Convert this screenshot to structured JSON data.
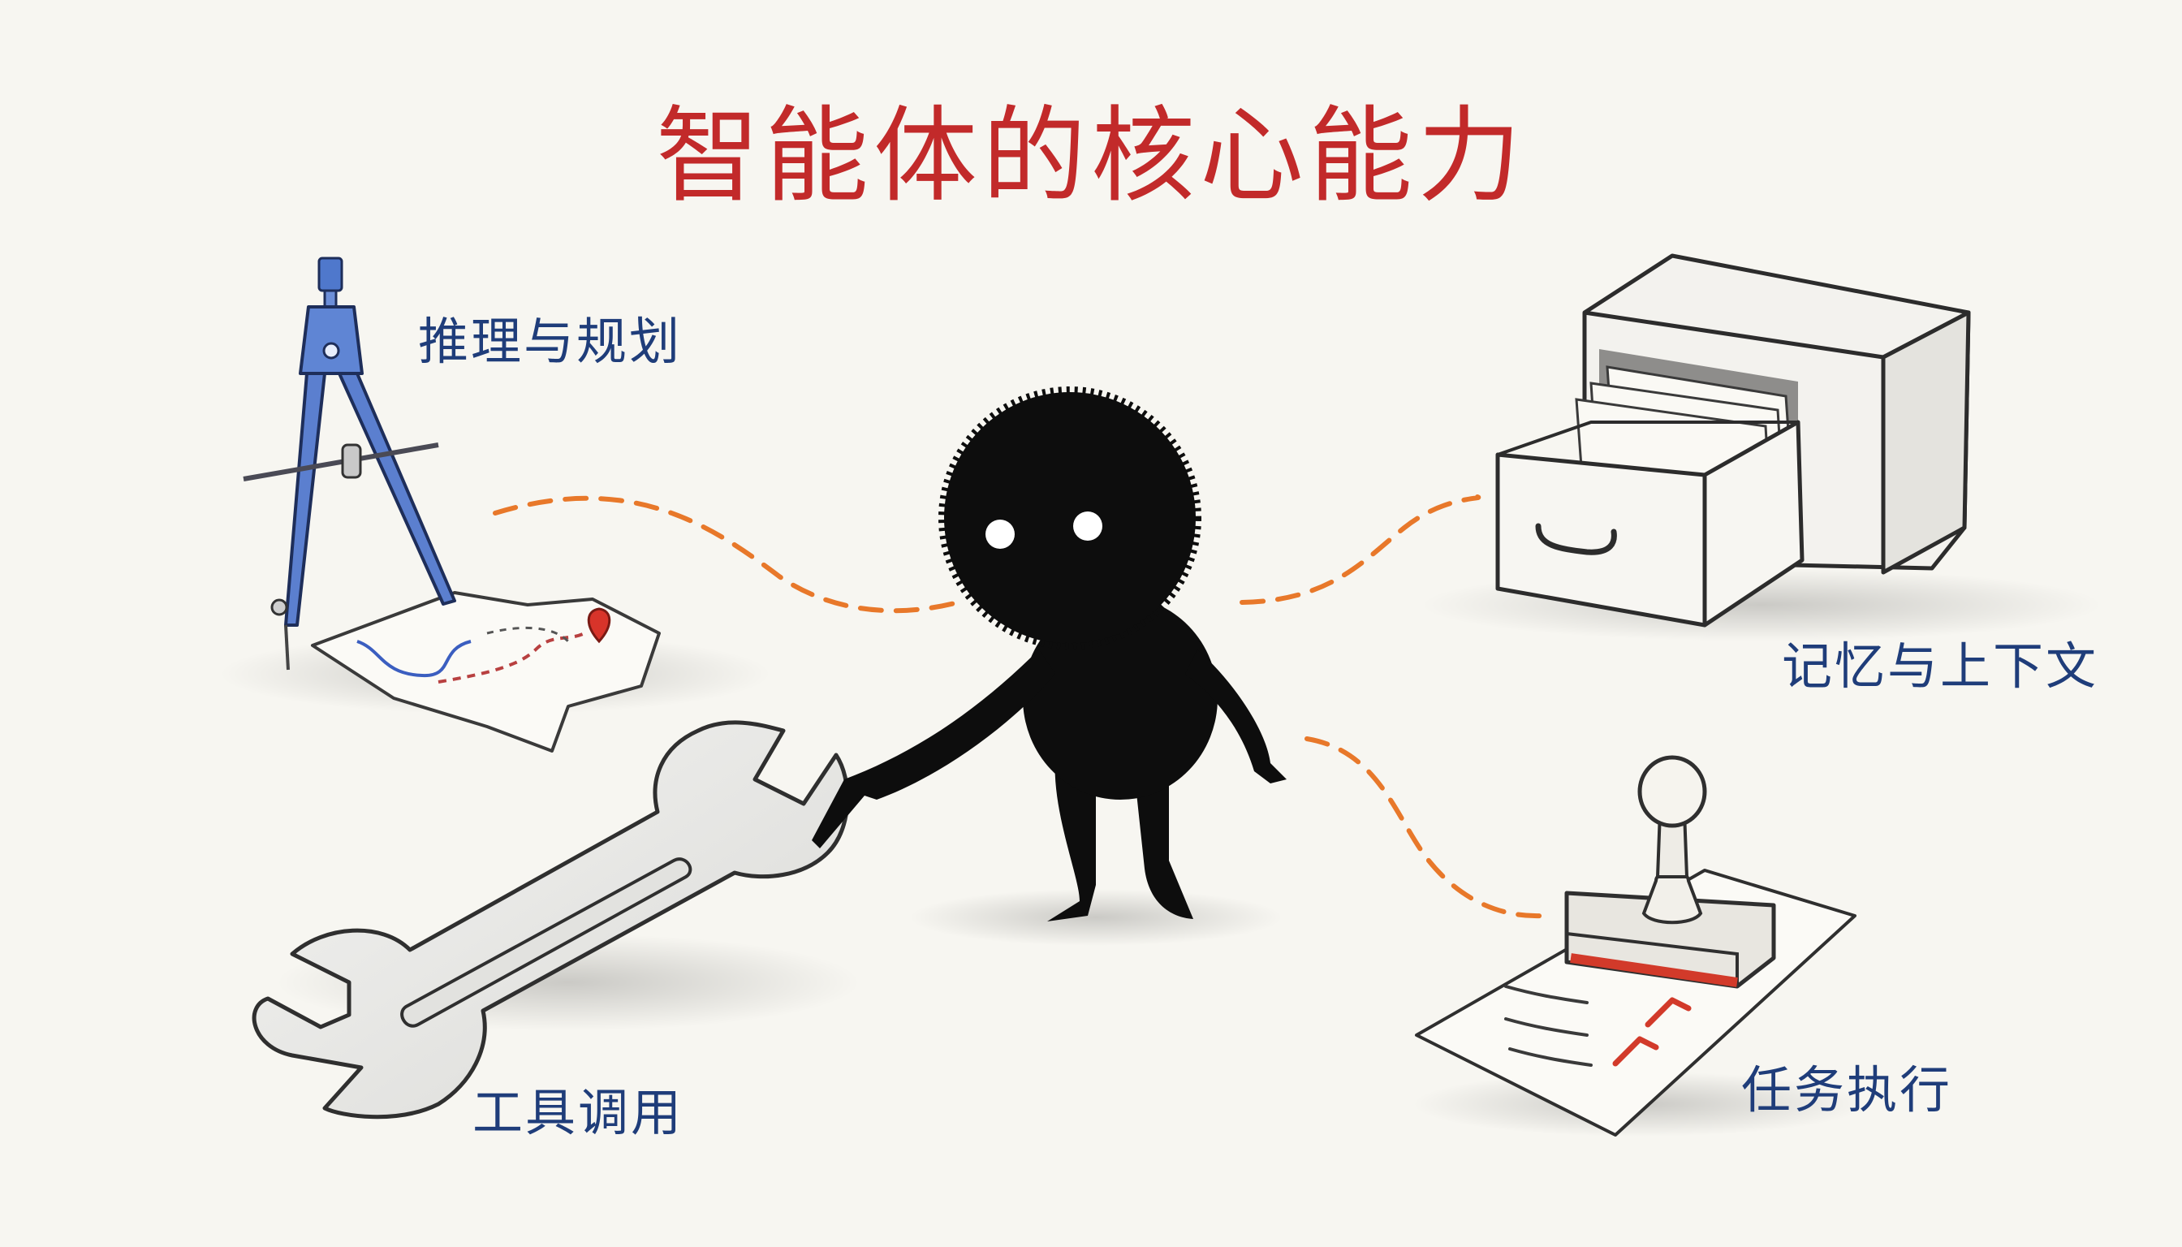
{
  "title": "智能体的核心能力",
  "capabilities": {
    "reasoning": {
      "label": "推理与规划",
      "icon": "compass-and-map-icon"
    },
    "memory": {
      "label": "记忆与上下文",
      "icon": "file-cabinet-icon"
    },
    "tools": {
      "label": "工具调用",
      "icon": "wrench-icon"
    },
    "tasks": {
      "label": "任务执行",
      "icon": "stamp-and-document-icon"
    }
  },
  "center": {
    "icon": "black-fuzzy-creature-icon"
  },
  "colors": {
    "title": "#c22a2a",
    "labels": "#1f3d7a",
    "connector": "#e8782a",
    "creature": "#0d0d0d",
    "compass": "#5b7fcf",
    "stamp_ink": "#d23a2a"
  }
}
